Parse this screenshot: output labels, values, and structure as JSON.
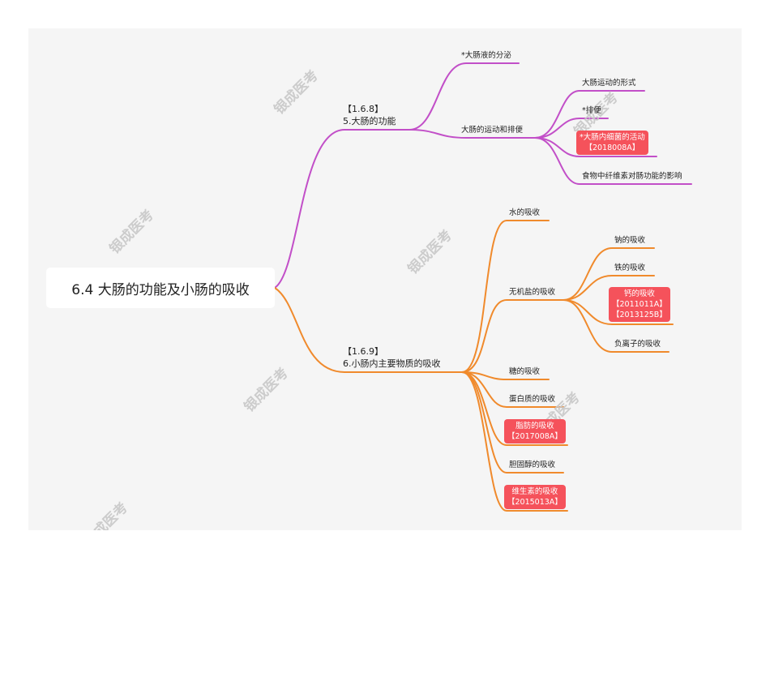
{
  "root": "6.4 大肠的功能及小肠的吸收",
  "branch1": {
    "code": "【1.6.8】",
    "title": "5.大肠的功能",
    "children": {
      "secretion": "*大肠液的分泌",
      "motility": "大肠的运动和排便",
      "motility_children": {
        "forms": "大肠运动的形式",
        "defecation": "*排便",
        "bacteria": [
          "*大肠内细菌的活动",
          "【2018008A】"
        ],
        "fiber": "食物中纤维素对肠功能的影响"
      }
    }
  },
  "branch2": {
    "code": "【1.6.9】",
    "title": "6.小肠内主要物质的吸收",
    "children": {
      "water": "水的吸收",
      "minerals": "无机盐的吸收",
      "minerals_children": {
        "sodium": "钠的吸收",
        "iron": "铁的吸收",
        "calcium": [
          "钙的吸收",
          "【2011011A】",
          "【2013125B】"
        ],
        "anion": "负离子的吸收"
      },
      "sugar": "糖的吸收",
      "protein": "蛋白质的吸收",
      "fat": [
        "脂肪的吸收",
        "【2017008A】"
      ],
      "cholesterol": "胆固醇的吸收",
      "vitamin": [
        "维生素的吸收",
        "【2015013A】"
      ]
    }
  },
  "watermark": "银成医考",
  "colors": {
    "purple": "#c24fc8",
    "orange": "#f08a2c",
    "highlight": "#f5525b"
  }
}
